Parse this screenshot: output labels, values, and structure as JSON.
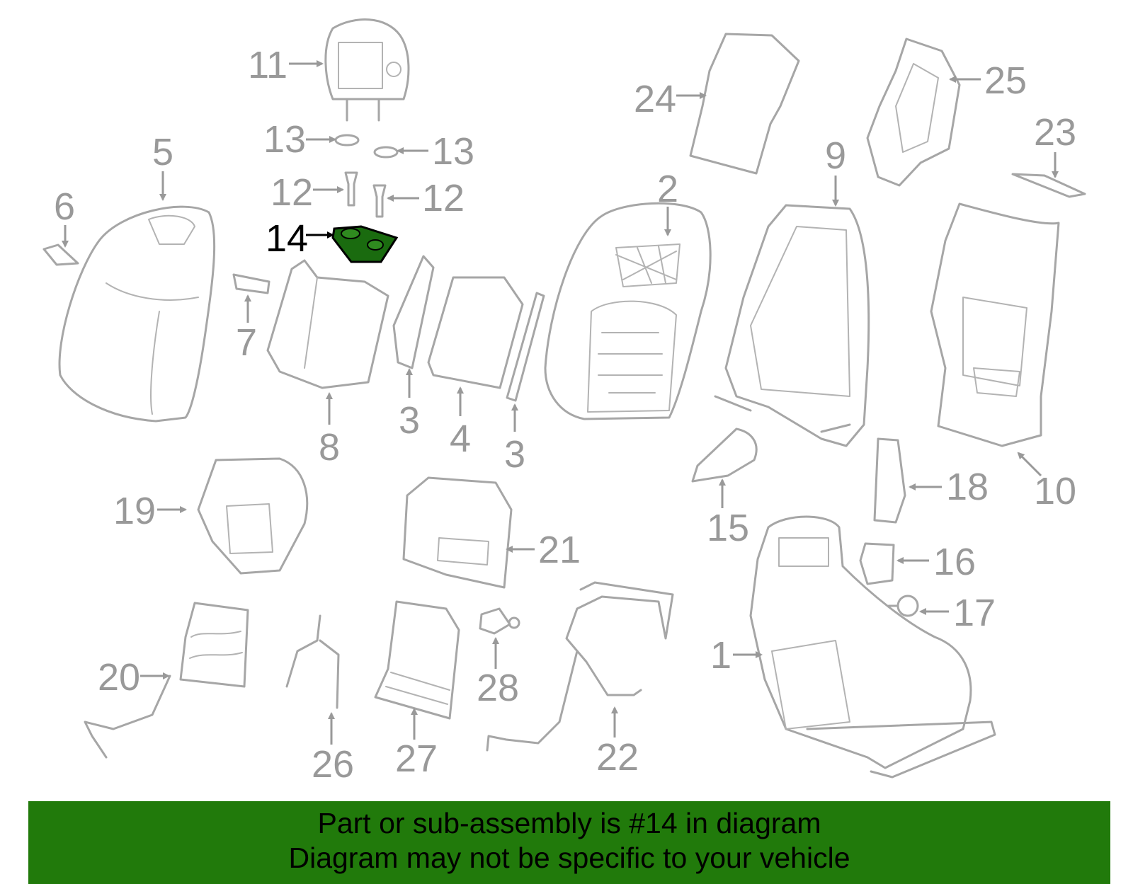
{
  "diagram": {
    "highlight_part": "14",
    "callouts": [
      "1",
      "2",
      "3",
      "3",
      "4",
      "5",
      "6",
      "7",
      "8",
      "9",
      "10",
      "11",
      "12",
      "12",
      "13",
      "13",
      "14",
      "15",
      "16",
      "17",
      "18",
      "19",
      "20",
      "21",
      "22",
      "23",
      "24",
      "25",
      "26",
      "27",
      "28"
    ]
  },
  "banner": {
    "line1": "Part or sub-assembly is #14 in diagram",
    "line2": "Diagram may not be specific to your vehicle"
  },
  "colors": {
    "highlight": "#1a6b0f",
    "banner": "#217a0b",
    "lines": "#a6a6a6"
  }
}
